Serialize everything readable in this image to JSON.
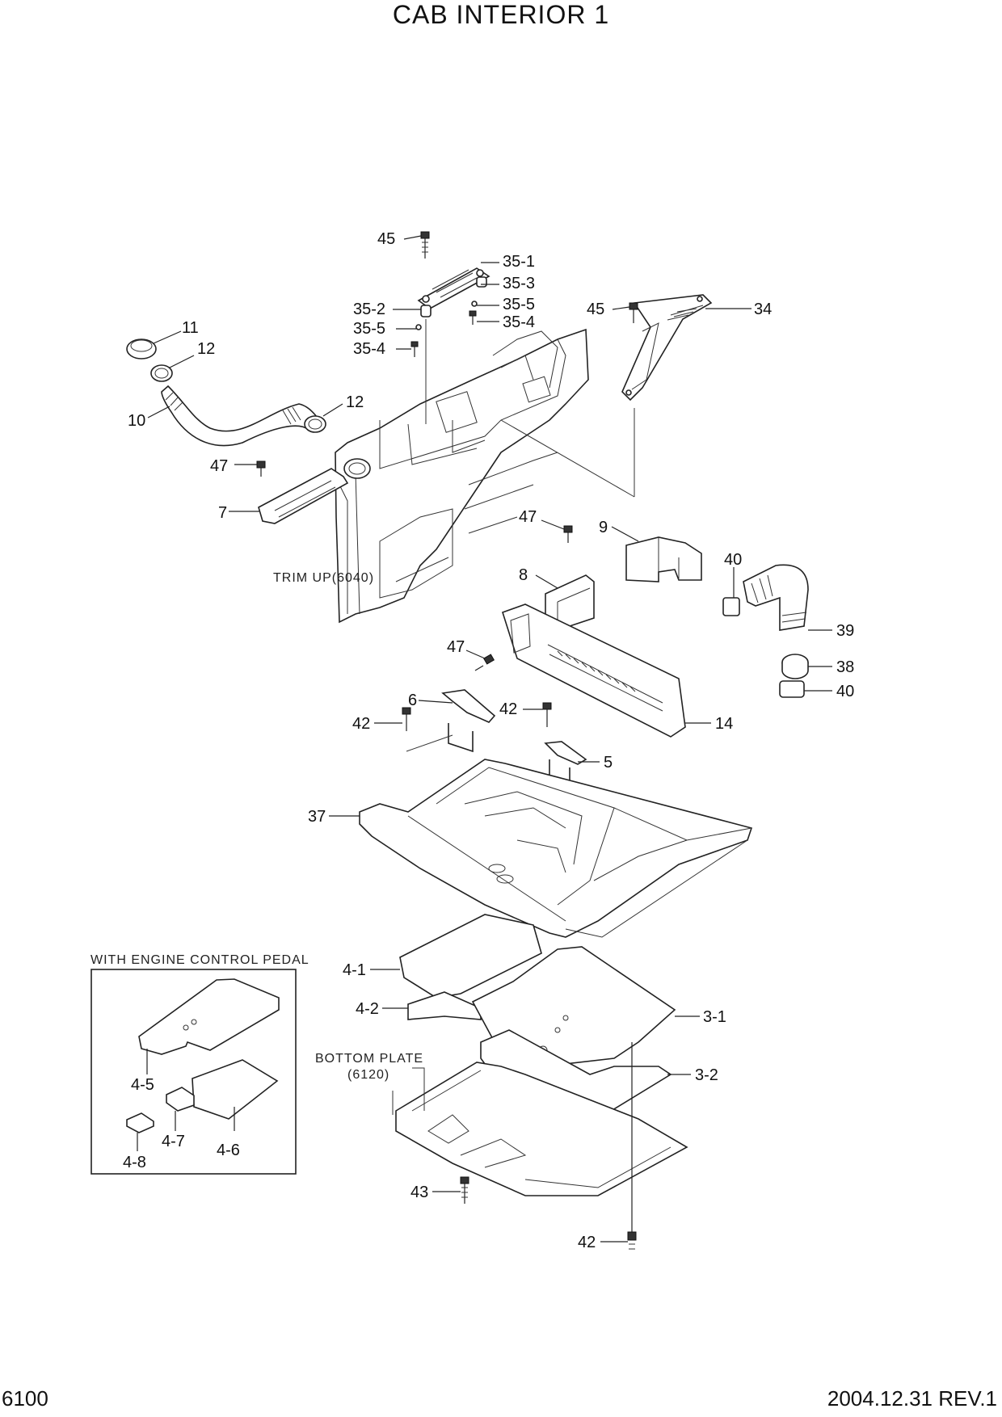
{
  "title": "CAB INTERIOR 1",
  "footer": {
    "page": "6100",
    "revision": "2004.12.31  REV.1"
  },
  "notes": {
    "trim_up": "TRIM UP(6040)",
    "bottom_plate_1": "BOTTOM PLATE",
    "bottom_plate_2": "(6120)",
    "inset_title": "WITH ENGINE CONTROL PEDAL"
  },
  "callouts": [
    "45",
    "35-1",
    "35-3",
    "35-2",
    "35-5",
    "35-5",
    "35-4",
    "35-4",
    "45",
    "34",
    "11",
    "12",
    "10",
    "12",
    "47",
    "7",
    "47",
    "9",
    "40",
    "8",
    "39",
    "47",
    "38",
    "40",
    "6",
    "42",
    "42",
    "14",
    "5",
    "37",
    "4-1",
    "4-2",
    "3-1",
    "3-2",
    "4-5",
    "4-7",
    "4-8",
    "4-6",
    "43",
    "42"
  ]
}
